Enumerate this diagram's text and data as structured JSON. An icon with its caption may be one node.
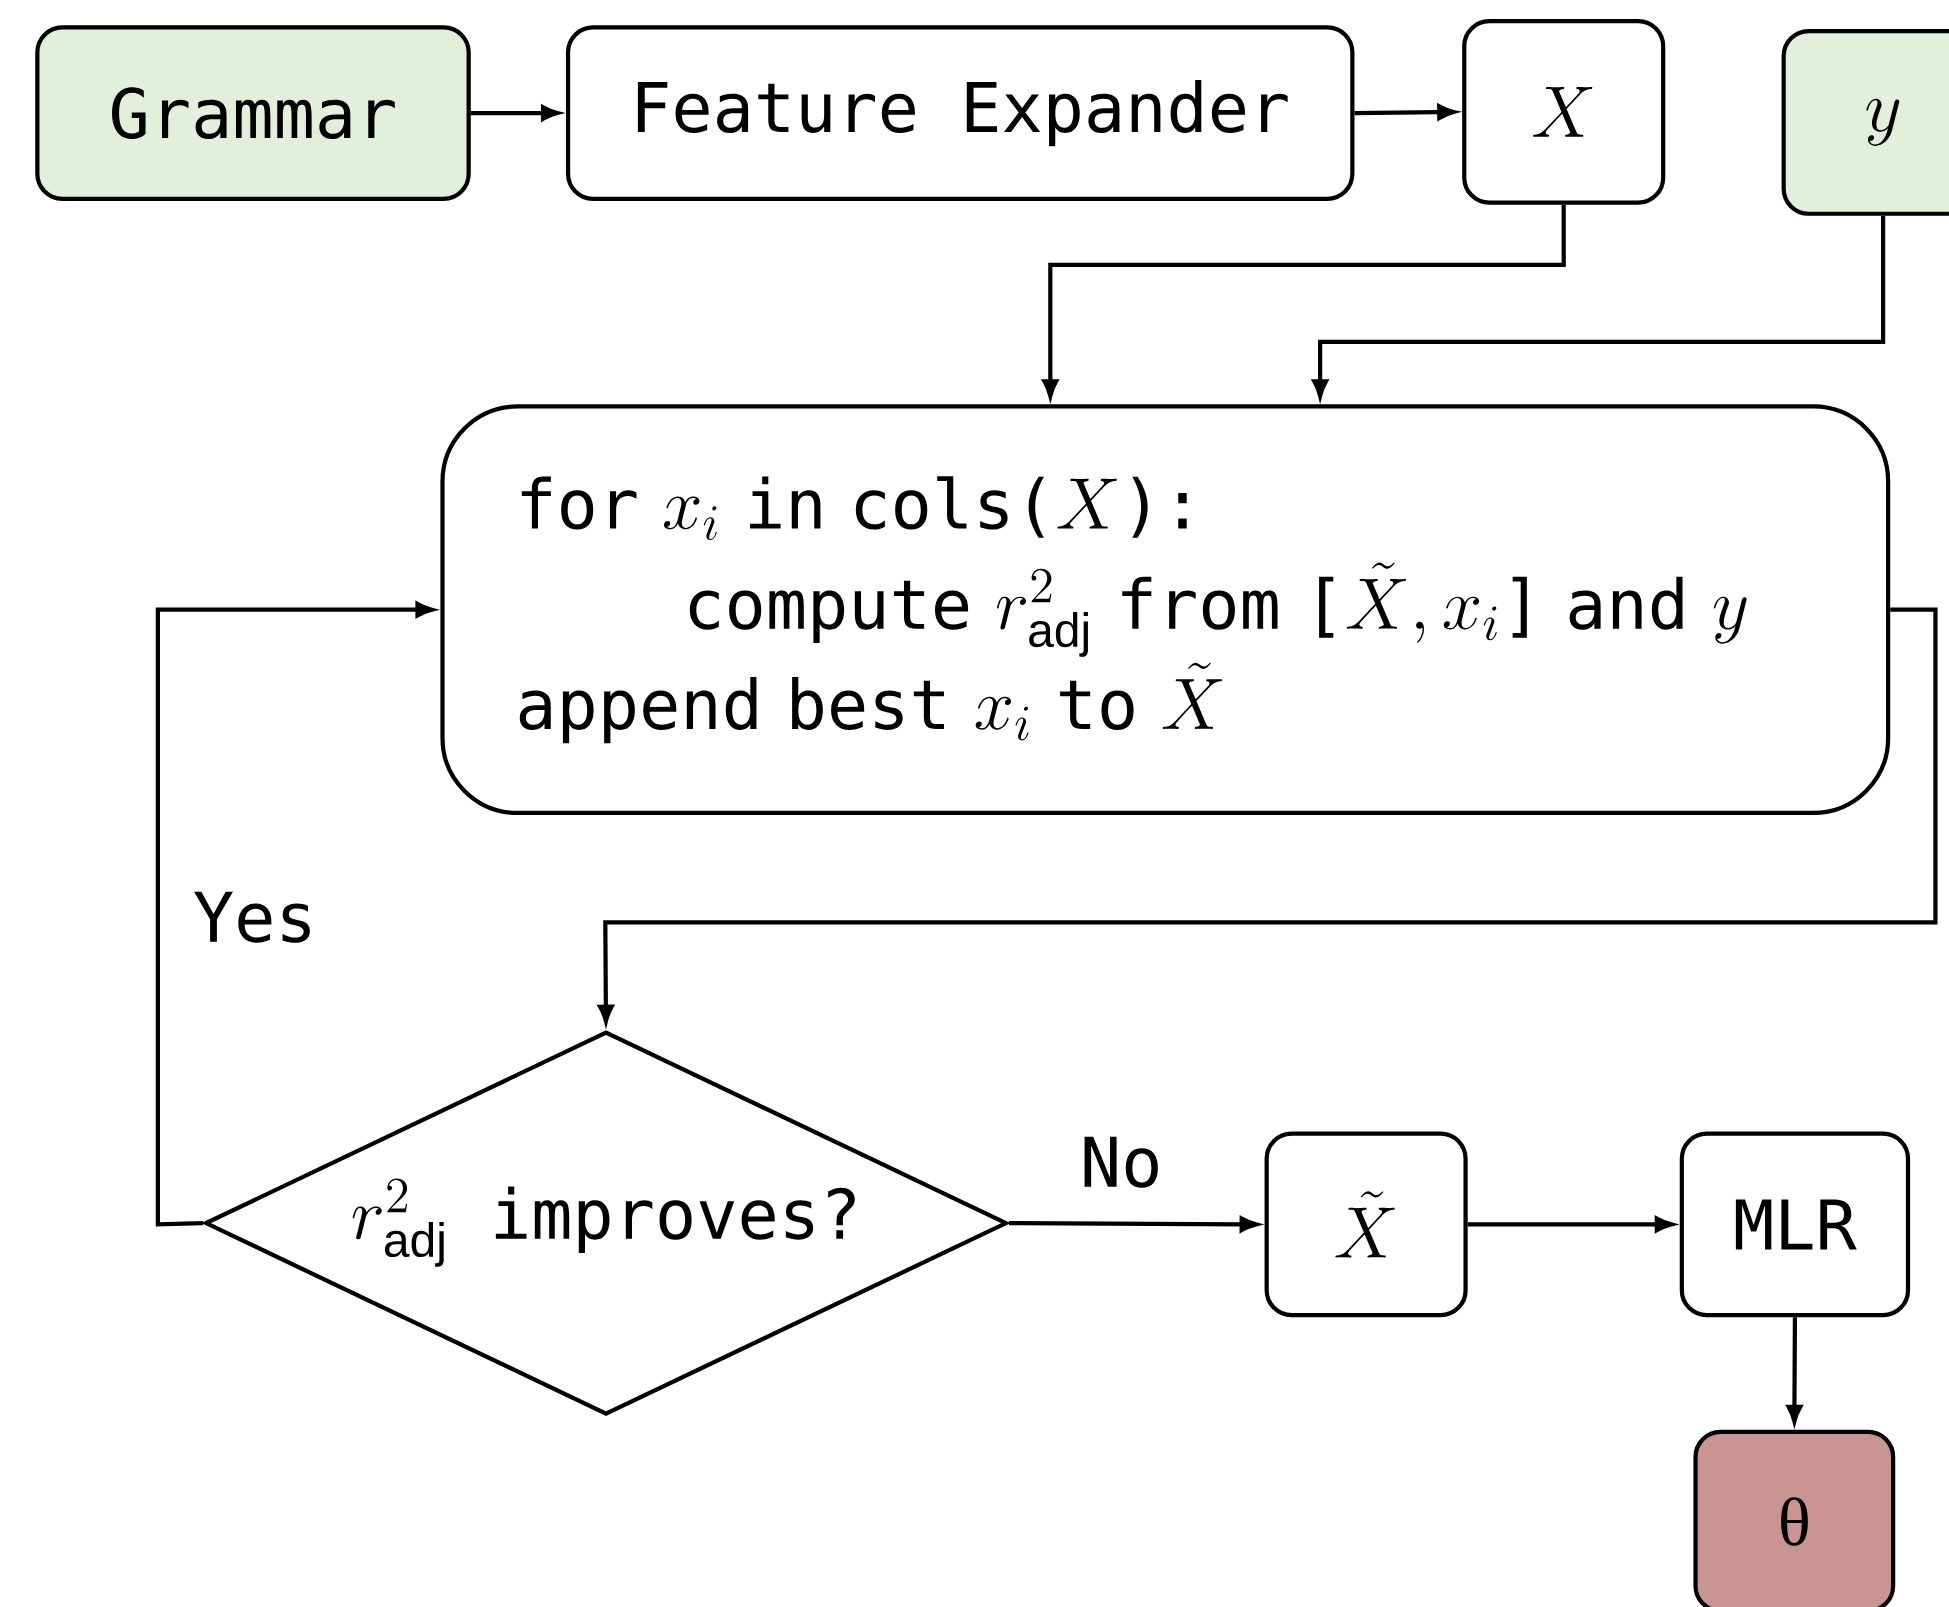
{
  "diagram": {
    "nodes": [
      {
        "text": [
          "Grammar"
        ]
      },
      {
        "text": [
          "Feature Expander"
        ]
      },
      {
        "text": [
          "X"
        ]
      },
      {
        "text": [
          "y"
        ]
      },
      {
        "text": [
          "\\texttt{for }x_i\\texttt{ in cols(}X\\texttt{):}",
          "\\texttt{compute }r^2_{\\mathrm{adj}}\\texttt{ from [}\\tilde{X},x_i\\texttt{] and }y",
          "\\texttt{append best }x_i\\texttt{ to }\\tilde{X}"
        ]
      },
      {
        "text": [
          "r^2_{\\mathrm{adj}}\\texttt{ improves?}"
        ]
      },
      {
        "text": [
          "\\tilde{X}"
        ]
      },
      {
        "text": [
          "MLR"
        ]
      },
      {
        "text": [
          "θ"
        ]
      }
    ],
    "edges": [
      {
        "from": 0,
        "to": 1,
        "arrow": "to"
      },
      {
        "from": 1,
        "to": 2,
        "arrow": "to"
      },
      {
        "from": 2,
        "to": 4,
        "arrow": "to"
      },
      {
        "from": 3,
        "to": 4,
        "arrow": "to"
      },
      {
        "from": 4,
        "to": 5,
        "arrow": "to"
      },
      {
        "from": 5,
        "to": 4,
        "arrow": "to",
        "label": "Yes"
      },
      {
        "from": 5,
        "to": 6,
        "arrow": "to",
        "label": "No"
      },
      {
        "from": 6,
        "to": 7,
        "arrow": "to"
      },
      {
        "from": 7,
        "to": 8,
        "arrow": "to"
      }
    ]
  }
}
